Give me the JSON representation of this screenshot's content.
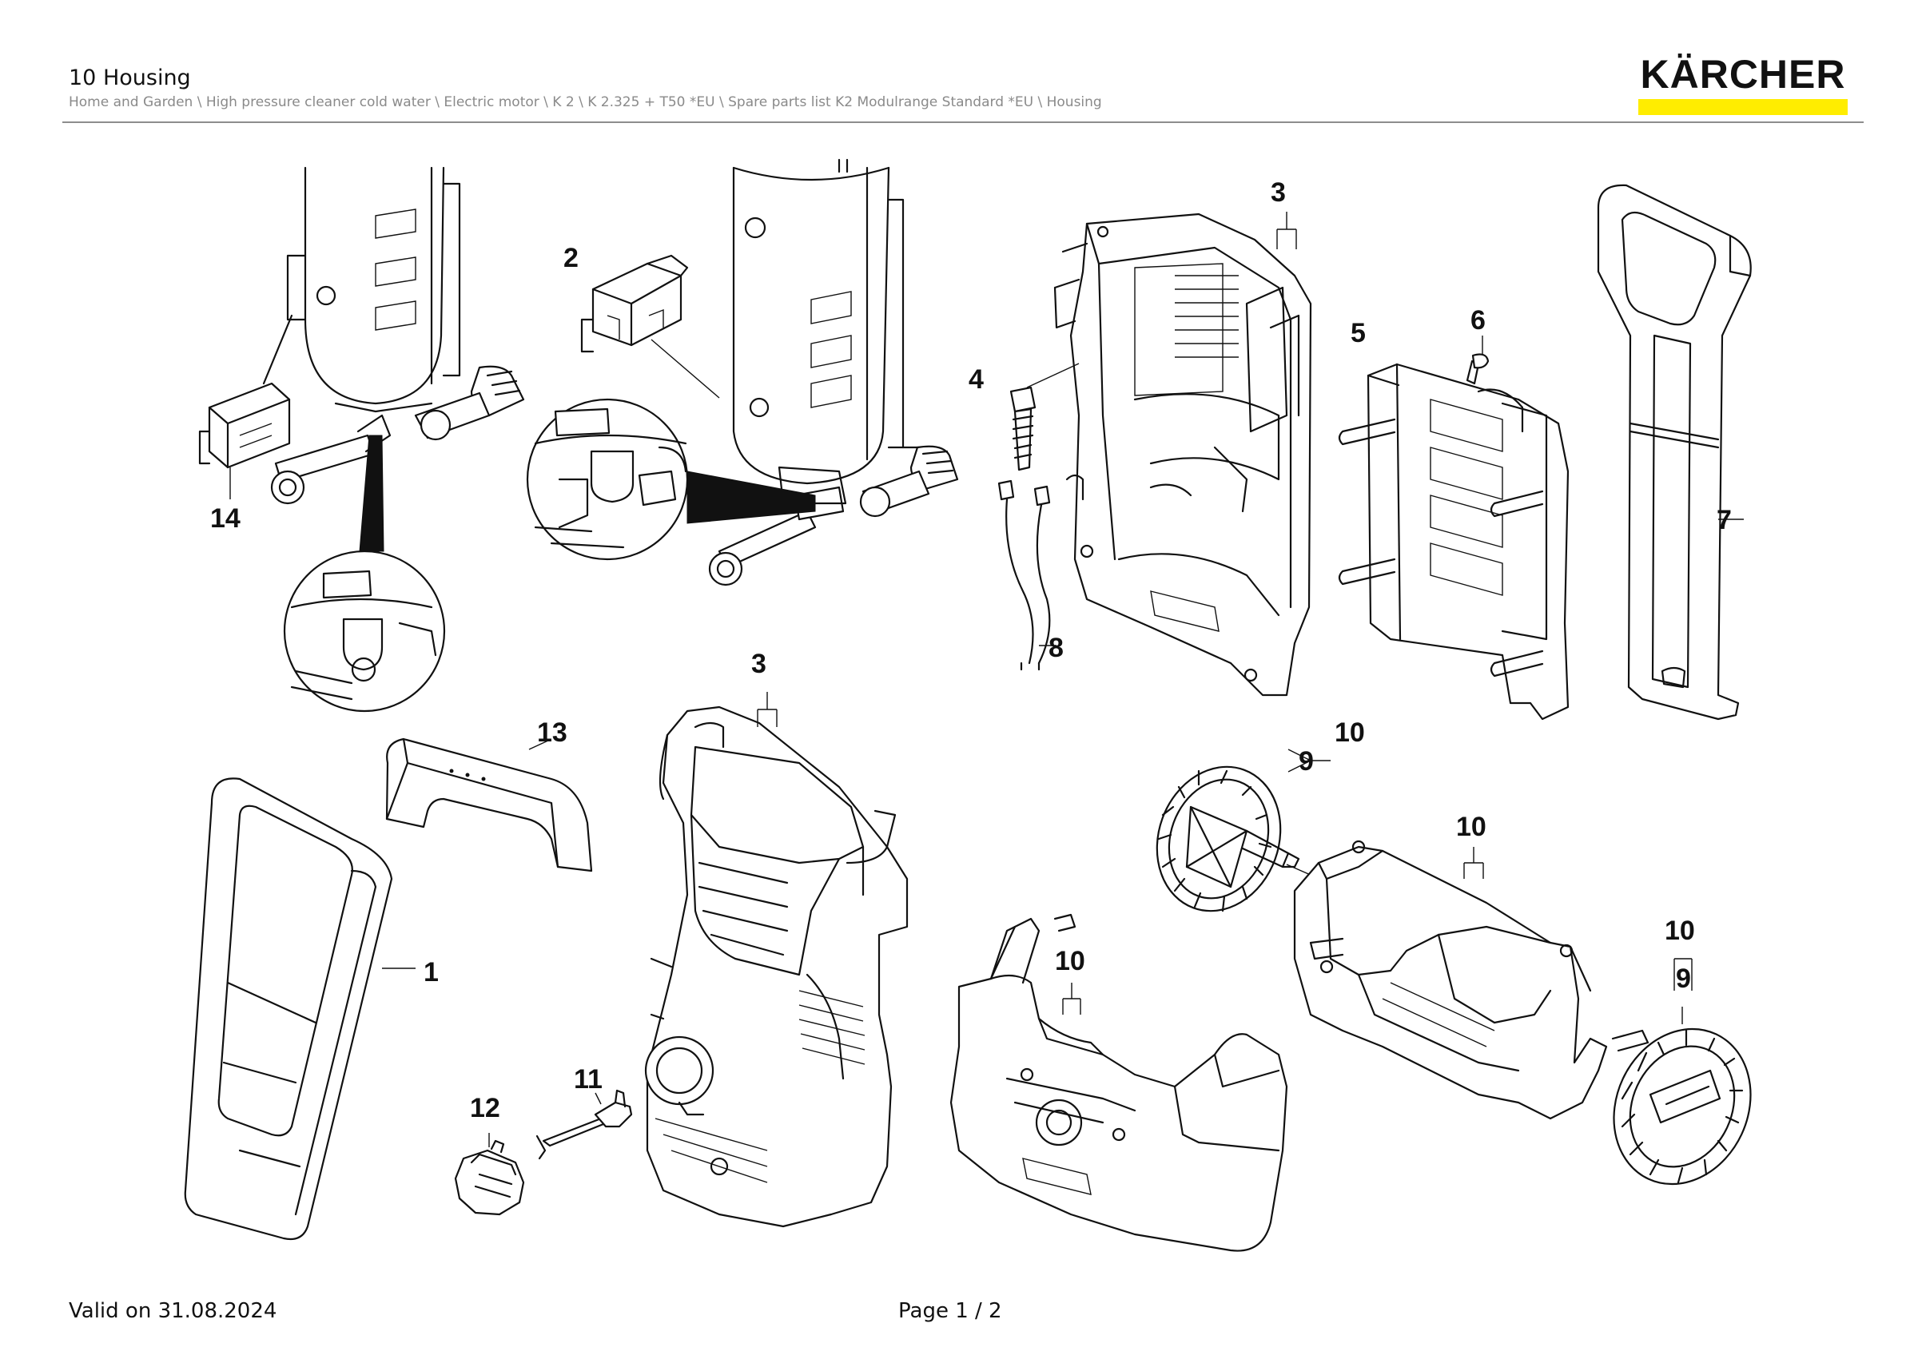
{
  "header": {
    "title": "10 Housing",
    "breadcrumb": "Home and Garden \\ High pressure cleaner cold water \\ Electric motor \\ K 2 \\ K 2.325 + T50 *EU \\ Spare parts list K2 Modulrange Standard *EU \\ Housing",
    "brand": "KÄRCHER",
    "brand_color": "#ffed00"
  },
  "callouts": {
    "c1": "1",
    "c2": "2",
    "c3a": "3",
    "c3b": "3",
    "c4": "4",
    "c5": "5",
    "c6": "6",
    "c7": "7",
    "c8": "8",
    "c9a": "9",
    "c9b": "9",
    "c10a": "10",
    "c10b": "10",
    "c10c": "10",
    "c10d": "10",
    "c11": "11",
    "c12": "12",
    "c13": "13",
    "c14": "14"
  },
  "footer": {
    "valid": "Valid on 31.08.2024",
    "page": "Page 1 / 2"
  }
}
